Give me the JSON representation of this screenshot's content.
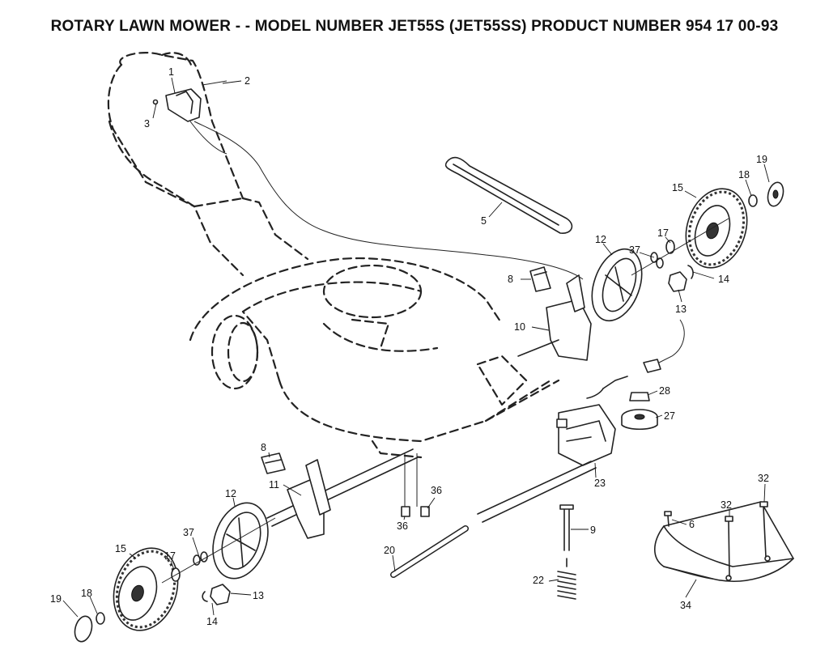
{
  "title": "ROTARY LAWN MOWER - - MODEL NUMBER JET55S (JET55SS) PRODUCT NUMBER 954 17 00-93",
  "callouts": [
    "1",
    "2",
    "3",
    "5",
    "8",
    "10",
    "12",
    "37",
    "17",
    "15",
    "18",
    "19",
    "14",
    "13",
    "28",
    "27",
    "8",
    "11",
    "36",
    "36",
    "12",
    "23",
    "9",
    "6",
    "32",
    "32",
    "37",
    "15",
    "17",
    "20",
    "22",
    "34",
    "19",
    "18",
    "14",
    "13"
  ]
}
